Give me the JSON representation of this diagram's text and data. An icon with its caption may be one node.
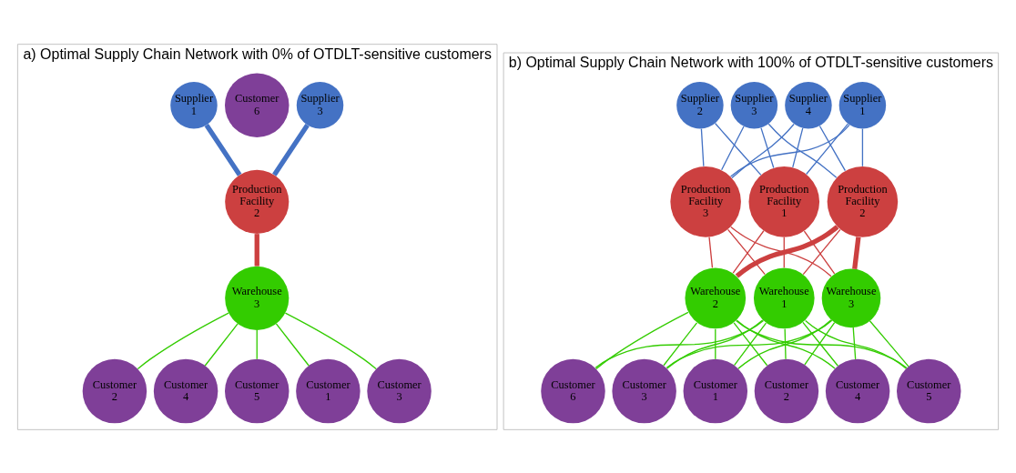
{
  "diagram": {
    "nodes": [
      {
        "text": [
          "a) Optimal Supply Chain Network with 0% of OTDLT-sensitive customers"
        ]
      },
      {
        "text": [
          "Customer 1"
        ],
        "in": 0
      },
      {
        "text": [
          "Customer 3"
        ],
        "in": 0
      },
      {
        "text": [
          "Customer 2"
        ],
        "in": 0
      },
      {
        "text": [
          "Supplier 3"
        ],
        "in": 0
      },
      {
        "text": [
          "Warehouse 3"
        ],
        "in": 0
      },
      {
        "text": [
          "Customer 4"
        ],
        "in": 0
      },
      {
        "text": [
          "Customer 6"
        ],
        "in": 0
      },
      {
        "text": [
          "Supplier 1"
        ],
        "in": 0
      },
      {
        "text": [
          "Customer 5"
        ],
        "in": 0
      },
      {
        "text": [
          "Production Facility 2"
        ],
        "in": 0
      },
      {
        "text": [
          "b) Optimal Supply Chain Network with 100% of OTDLT-sensitive customers"
        ]
      },
      {
        "text": [
          "Supplier 4"
        ],
        "in": 11
      },
      {
        "text": [
          "Customer 3"
        ],
        "in": 11
      },
      {
        "text": [
          "Customer 1"
        ],
        "in": 11
      },
      {
        "text": [
          "Warehouse 1"
        ],
        "in": 11
      },
      {
        "text": [
          "Customer 2"
        ],
        "in": 11
      },
      {
        "text": [
          "Production Facility 1"
        ],
        "in": 11
      },
      {
        "text": [
          "Production Facility 3"
        ],
        "in": 11
      },
      {
        "text": [
          "Supplier 3"
        ],
        "in": 11
      },
      {
        "text": [
          "Warehouse 3"
        ],
        "in": 11
      },
      {
        "text": [
          "Customer 4"
        ],
        "in": 11
      },
      {
        "text": [
          "Customer 6"
        ],
        "in": 11
      },
      {
        "text": [
          "Supplier 1"
        ],
        "in": 11
      },
      {
        "text": [
          "Production Facility 2"
        ],
        "in": 11
      },
      {
        "text": [
          "Supplier 2"
        ],
        "in": 11
      },
      {
        "text": [
          "Customer 5"
        ],
        "in": 11
      },
      {
        "text": [
          "Warehouse 2"
        ],
        "in": 11
      }
    ],
    "edges": [
      {
        "from": 4,
        "to": 10,
        "arrow": "none",
        "style": "thick",
        "color": "#4472c4"
      },
      {
        "from": 8,
        "to": 10,
        "arrow": "none",
        "style": "thick",
        "color": "#4472c4"
      },
      {
        "from": 10,
        "to": 5,
        "arrow": "none",
        "style": "thick",
        "color": "#cc4040"
      },
      {
        "from": 5,
        "to": 1,
        "arrow": "none"
      },
      {
        "from": 5,
        "to": 2,
        "arrow": "none"
      },
      {
        "from": 5,
        "to": 3,
        "arrow": "none"
      },
      {
        "from": 5,
        "to": 6,
        "arrow": "none"
      },
      {
        "from": 5,
        "to": 9,
        "arrow": "none"
      },
      {
        "from": 12,
        "to": 17,
        "arrow": "none",
        "color": "#4472c4"
      },
      {
        "from": 12,
        "to": 18,
        "arrow": "none",
        "color": "#4472c4"
      },
      {
        "from": 12,
        "to": 24,
        "arrow": "none",
        "color": "#4472c4"
      },
      {
        "from": 19,
        "to": 17,
        "arrow": "none",
        "color": "#4472c4"
      },
      {
        "from": 19,
        "to": 18,
        "arrow": "none",
        "color": "#4472c4"
      },
      {
        "from": 19,
        "to": 24,
        "arrow": "none",
        "color": "#4472c4"
      },
      {
        "from": 23,
        "to": 17,
        "arrow": "none",
        "color": "#4472c4"
      },
      {
        "from": 23,
        "to": 18,
        "arrow": "none",
        "color": "#4472c4"
      },
      {
        "from": 23,
        "to": 24,
        "arrow": "none",
        "color": "#4472c4"
      },
      {
        "from": 25,
        "to": 17,
        "arrow": "none",
        "color": "#4472c4"
      },
      {
        "from": 25,
        "to": 18,
        "arrow": "none",
        "color": "#4472c4"
      },
      {
        "from": 17,
        "to": 15,
        "arrow": "none",
        "color": "#cc4040"
      },
      {
        "from": 18,
        "to": 15,
        "arrow": "none",
        "color": "#cc4040"
      },
      {
        "from": 17,
        "to": 20,
        "arrow": "none",
        "color": "#cc4040"
      },
      {
        "from": 18,
        "to": 20,
        "arrow": "none",
        "color": "#cc4040"
      },
      {
        "from": 17,
        "to": 27,
        "arrow": "none",
        "color": "#cc4040"
      },
      {
        "from": 18,
        "to": 27,
        "arrow": "none",
        "color": "#cc4040"
      },
      {
        "from": 24,
        "to": 15,
        "arrow": "none",
        "color": "#cc4040"
      },
      {
        "from": 24,
        "to": 20,
        "arrow": "none",
        "style": "thick",
        "color": "#cc4040"
      },
      {
        "from": 24,
        "to": 27,
        "arrow": "none",
        "style": "thick",
        "color": "#cc4040"
      },
      {
        "from": 15,
        "to": 14,
        "arrow": "none"
      },
      {
        "from": 15,
        "to": 13,
        "arrow": "none"
      },
      {
        "from": 15,
        "to": 16,
        "arrow": "none"
      },
      {
        "from": 15,
        "to": 21,
        "arrow": "none"
      },
      {
        "from": 15,
        "to": 26,
        "arrow": "none"
      },
      {
        "from": 15,
        "to": 22,
        "arrow": "none"
      },
      {
        "from": 20,
        "to": 14,
        "arrow": "none"
      },
      {
        "from": 20,
        "to": 13,
        "arrow": "none"
      },
      {
        "from": 20,
        "to": 16,
        "arrow": "none"
      },
      {
        "from": 20,
        "to": 21,
        "arrow": "none"
      },
      {
        "from": 20,
        "to": 26,
        "arrow": "none"
      },
      {
        "from": 27,
        "to": 14,
        "arrow": "none"
      },
      {
        "from": 27,
        "to": 13,
        "arrow": "none"
      },
      {
        "from": 27,
        "to": 16,
        "arrow": "none"
      },
      {
        "from": 27,
        "to": 21,
        "arrow": "none"
      },
      {
        "from": 27,
        "to": 26,
        "arrow": "none"
      },
      {
        "from": 27,
        "to": 22,
        "arrow": "none"
      }
    ]
  }
}
